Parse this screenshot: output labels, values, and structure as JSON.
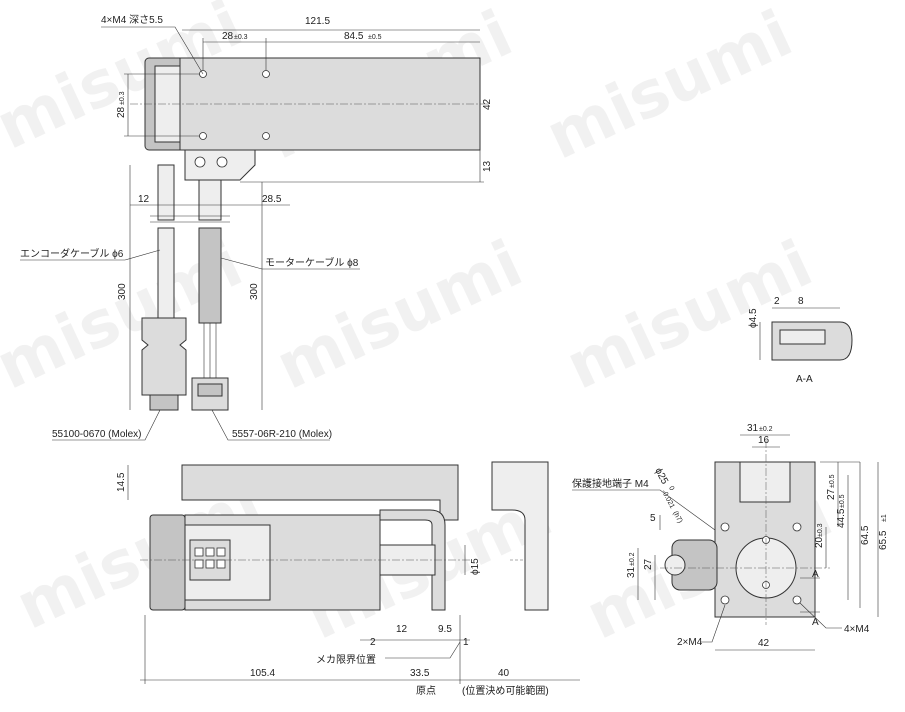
{
  "watermark": "misumi",
  "top_view": {
    "dim_mounting_holes": "4×M4 深さ5.5",
    "dim_length_total": "121.5",
    "dim_hole_pitch": "28",
    "dim_hole_pitch_tol": "±0.3",
    "dim_hole_span": "84.5",
    "dim_hole_span_tol": "±0.5",
    "dim_hole_vertical": "28",
    "dim_hole_vertical_tol": "±0.3",
    "dim_height": "42",
    "dim_terminal_height": "13",
    "dim_cable_offset": "12",
    "dim_cable_spacing": "28.5",
    "label_encoder_cable": "エンコーダケーブル ϕ6",
    "label_motor_cable": "モーターケーブル ϕ8",
    "dim_cable_length_left": "300",
    "dim_cable_length_right": "300",
    "label_encoder_connector": "55100-0670 (Molex)",
    "label_motor_connector": "5557-06R-210 (Molex)"
  },
  "section_aa": {
    "dim_dia": "ϕ4.5",
    "dim_a": "2",
    "dim_b": "8",
    "label": "A-A"
  },
  "side_view": {
    "dim_top": "14.5",
    "dim_shaft_dia": "ϕ15",
    "dim_2": "2",
    "dim_12": "12",
    "dim_9_5": "9.5",
    "dim_1": "1",
    "label_mech_limit": "メカ限界位置",
    "dim_105_4": "105.4",
    "dim_33_5": "33.5",
    "dim_40": "40",
    "label_origin": "原点",
    "label_range": "(位置決め可能範囲)"
  },
  "end_view": {
    "dim_31": "31",
    "dim_31_tol": "±0.2",
    "dim_16": "16",
    "dim_shaft": "ϕ25",
    "dim_shaft_tol": "-0.021",
    "dim_shaft_tol_hi": "0",
    "dim_shaft_fit": "(h7)",
    "label_ground": "保護接地端子 M4",
    "dim_27_top": "27",
    "dim_27_top_tol": "±0.5",
    "dim_44_5": "44.5",
    "dim_44_5_tol": "±0.5",
    "dim_20": "20",
    "dim_20_tol": "±0.3",
    "dim_64_5": "64.5",
    "dim_65_5": "65.5",
    "dim_65_5_tol": "±1",
    "dim_5": "5",
    "dim_31_left": "31",
    "dim_31_left_tol": "±0.2",
    "dim_27_left": "27",
    "label_a_top": "A",
    "label_a_bottom": "A",
    "label_2xm4": "2×M4",
    "dim_42": "42",
    "label_4xm4": "4×M4"
  }
}
